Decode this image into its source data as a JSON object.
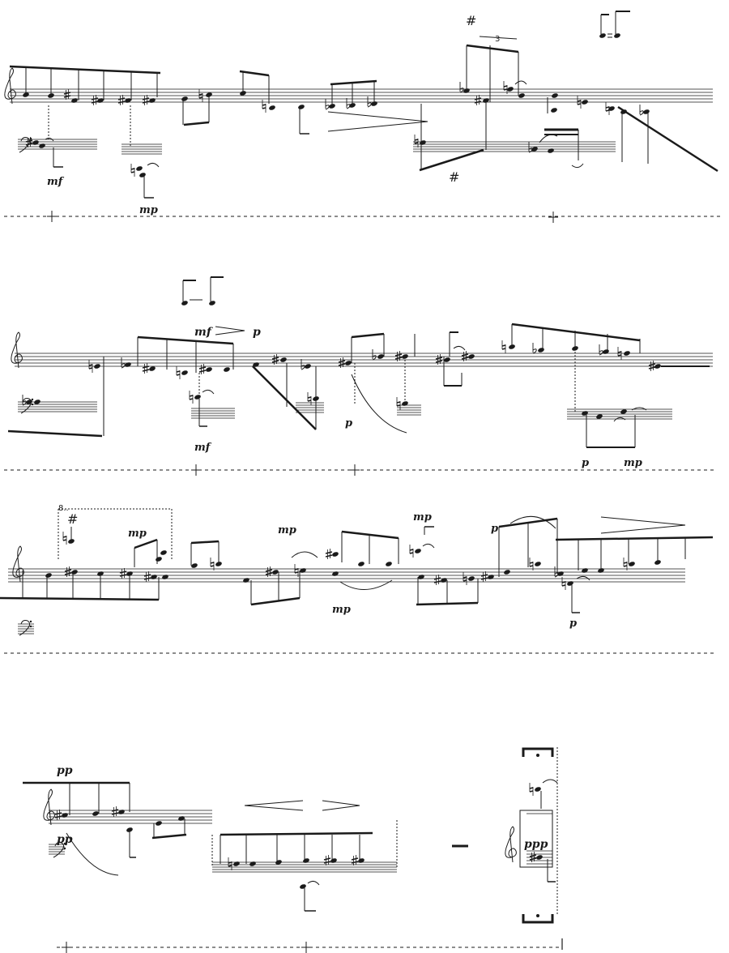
{
  "page": {
    "background": "#ffffff",
    "ink": "#1a1a1a"
  },
  "system1": {
    "dynamics": [
      "mf",
      "mp"
    ],
    "accidentals": [
      "#",
      "#"
    ],
    "tuplet": "3"
  },
  "system2": {
    "dynamics": [
      "mf",
      "p",
      "mf",
      "p",
      "p",
      "mp"
    ]
  },
  "system3": {
    "dynamics": [
      "mp",
      "mp",
      "mp",
      "mp",
      "p",
      "p"
    ],
    "accidentals": [
      "#"
    ],
    "mark": "8.."
  },
  "system4": {
    "dynamics": [
      "pp",
      "pp",
      "ppp"
    ]
  },
  "icons": [
    "treble-clef-icon",
    "bass-clef-icon",
    "fermata-icon",
    "accent-icon"
  ]
}
